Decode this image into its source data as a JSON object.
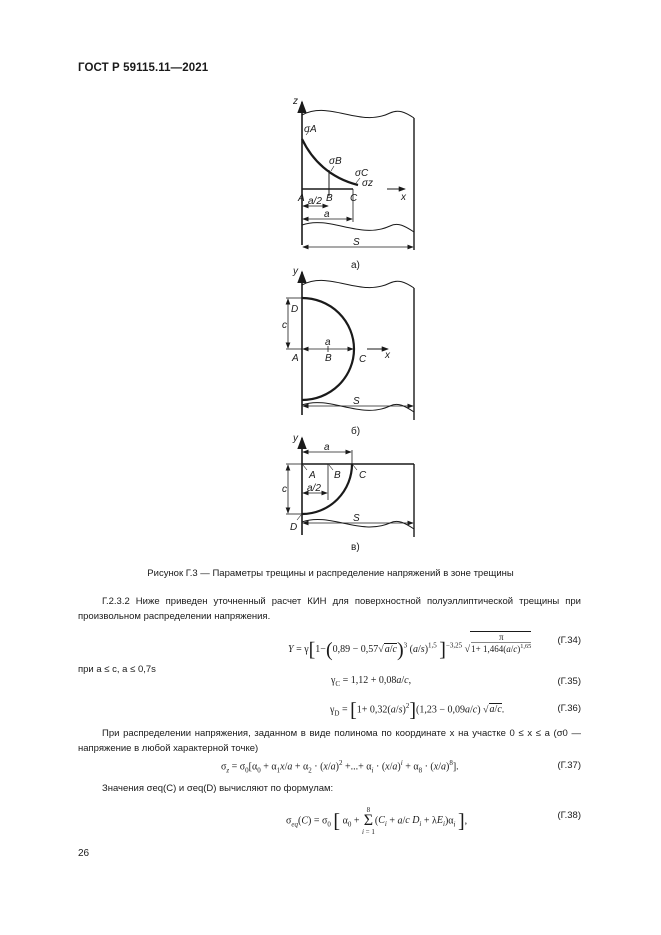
{
  "header": {
    "standard": "ГОСТ Р 59115.11—2021"
  },
  "figure": {
    "caption": "Рисунок Г.3 — Параметры трещины и распределение напряжений в зоне трещины",
    "panel_a": {
      "label": "а)",
      "axis_z": "z",
      "axis_x": "x",
      "sigma_A": "σA",
      "sigma_B": "σB",
      "sigma_C": "σC",
      "sigma_z": "σz",
      "point_A": "A",
      "point_B": "B",
      "point_C": "C",
      "dim_a_half": "a/2",
      "dim_a": "a",
      "dim_S": "S"
    },
    "panel_b": {
      "label": "б)",
      "axis_y": "y",
      "axis_x": "x",
      "point_A": "A",
      "point_B": "B",
      "point_C": "C",
      "point_D": "D",
      "dim_a": "a",
      "dim_c": "c",
      "dim_S": "S"
    },
    "panel_c": {
      "label": "в)",
      "axis_y": "y",
      "point_A": "A",
      "point_B": "B",
      "point_C": "C",
      "point_D": "D",
      "dim_a": "a",
      "dim_a_half": "a/2",
      "dim_c": "c",
      "dim_S": "S"
    }
  },
  "body": {
    "para_1": "Г.2.3.2 Ниже приведен уточненный расчет КИН для поверхностной полуэллиптической трещины при произвольном распределении напряжения.",
    "condition": "при a ≤ c, a ≤ 0,7s",
    "para_2": "При распределении напряжения, заданном в виде полинома по координате x на участке 0 ≤ x ≤ a (σ0 — напряжение в любой характерной точке)",
    "para_3": "Значения σeq(C) и σeq(D) вычисляют по формулам:"
  },
  "equations": [
    {
      "number": "(Г.34)",
      "text": "Y = γ[1−(0,89−0,57√(a/c))³(a/s)^1,5]^−3,25 · √(π / (1+1,464(a/c)^1,65))"
    },
    {
      "number": "(Г.35)",
      "text": "γC = 1,12 + 0,08a/c,"
    },
    {
      "number": "(Г.36)",
      "text": "γD = [1+0,32(a/s)²](1,23−0,09a/c)√(a/c)."
    },
    {
      "number": "(Г.37)",
      "text": "σz = σ0[α0 + α1x/a + α2·(x/a)² +...+ αi·(x/a)^i + α8·(x/a)^8]."
    },
    {
      "number": "(Г.38)",
      "text": "σeq(C) = σ0[α0 + Σ(i=1..8)(Ci + a/c Di + λEi)αi],"
    }
  ],
  "footer": {
    "page_number": "26"
  }
}
